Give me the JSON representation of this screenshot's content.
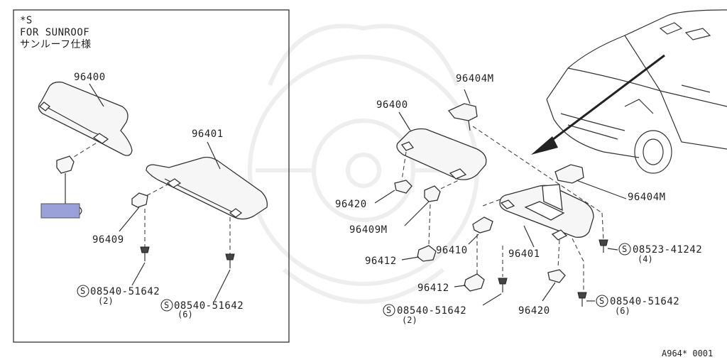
{
  "inset_note": {
    "line1": "*S",
    "line2": "FOR SUNROOF",
    "line3": "サンルーフ仕様"
  },
  "part_labels": {
    "inset_96400": "96400",
    "inset_96401": "96401",
    "inset_96409": "96409",
    "inset_screw_a": "08540-51642",
    "inset_screw_a_qty": "(2)",
    "inset_screw_b": "08540-51642",
    "inset_screw_b_qty": "(6)",
    "main_96404M_top": "96404M",
    "main_96400": "96400",
    "main_96420_left": "96420",
    "main_96409M": "96409M",
    "main_96412_upper": "96412",
    "main_96410": "96410",
    "main_96401": "96401",
    "main_96404M_right": "96404M",
    "main_screw_41242": "08523-41242",
    "main_screw_41242_qty": "(4)",
    "main_96412_lower": "96412",
    "main_screw_left": "08540-51642",
    "main_screw_left_qty": "(2)",
    "main_96420_right": "96420",
    "main_screw_right": "08540-51642",
    "main_screw_right_qty": "(6)"
  },
  "screw_symbol": "S",
  "diagram_code": "A964* 0001",
  "colors": {
    "line": "#333333",
    "highlight_box": "#9aa0d8"
  }
}
